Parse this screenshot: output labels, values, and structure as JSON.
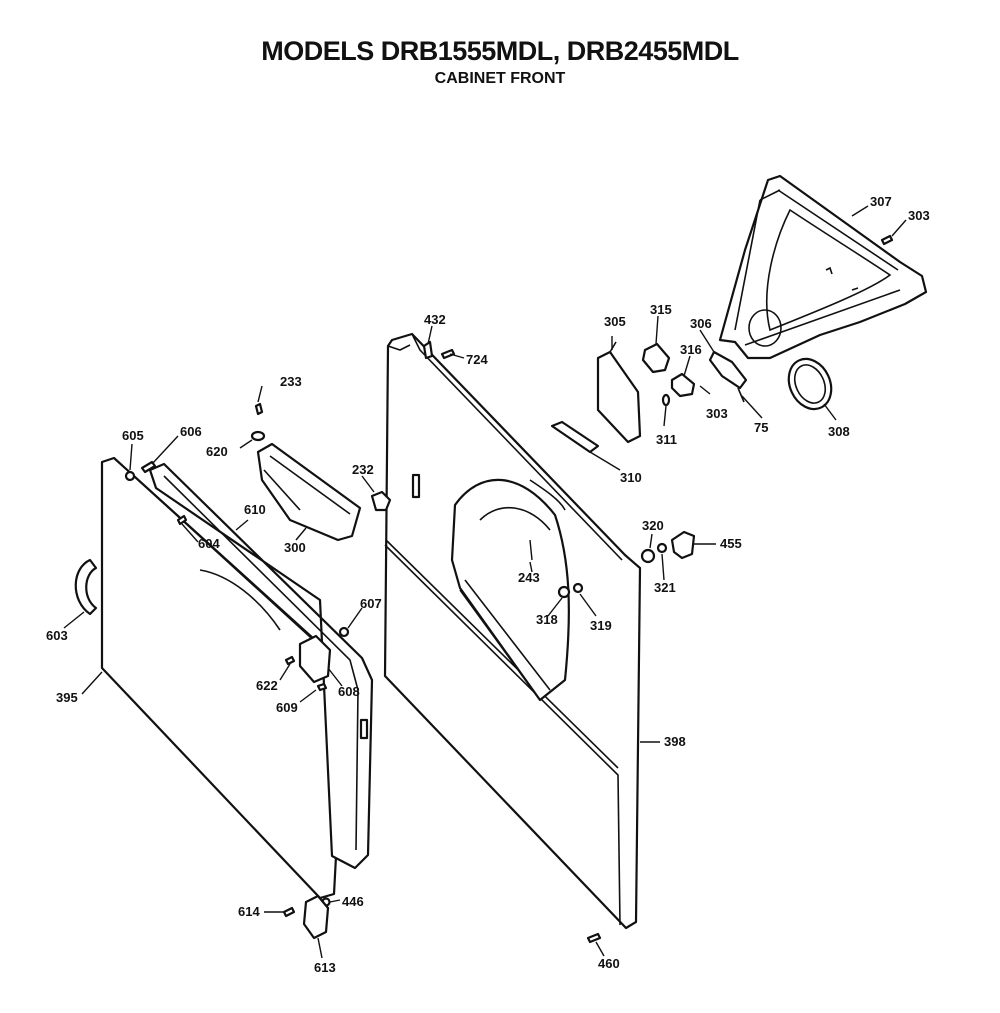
{
  "header": {
    "title": "MODELS DRB1555MDL, DRB2455MDL",
    "subtitle": "CABINET FRONT"
  },
  "callouts": [
    {
      "id": "c307",
      "text": "307"
    },
    {
      "id": "c303a",
      "text": "303"
    },
    {
      "id": "c432",
      "text": "432"
    },
    {
      "id": "c724",
      "text": "724"
    },
    {
      "id": "c305",
      "text": "305"
    },
    {
      "id": "c315",
      "text": "315"
    },
    {
      "id": "c306",
      "text": "306"
    },
    {
      "id": "c316",
      "text": "316"
    },
    {
      "id": "c303b",
      "text": "303"
    },
    {
      "id": "c75",
      "text": "75"
    },
    {
      "id": "c308",
      "text": "308"
    },
    {
      "id": "c311",
      "text": "311"
    },
    {
      "id": "c310",
      "text": "310"
    },
    {
      "id": "c233",
      "text": "233"
    },
    {
      "id": "c620",
      "text": "620"
    },
    {
      "id": "c605",
      "text": "605"
    },
    {
      "id": "c606",
      "text": "606"
    },
    {
      "id": "c232",
      "text": "232"
    },
    {
      "id": "c610",
      "text": "610"
    },
    {
      "id": "c604",
      "text": "604"
    },
    {
      "id": "c300",
      "text": "300"
    },
    {
      "id": "c320",
      "text": "320"
    },
    {
      "id": "c455",
      "text": "455"
    },
    {
      "id": "c321",
      "text": "321"
    },
    {
      "id": "c243",
      "text": "243"
    },
    {
      "id": "c318",
      "text": "318"
    },
    {
      "id": "c319",
      "text": "319"
    },
    {
      "id": "c603",
      "text": "603"
    },
    {
      "id": "c607",
      "text": "607"
    },
    {
      "id": "c622",
      "text": "622"
    },
    {
      "id": "c608",
      "text": "608"
    },
    {
      "id": "c609",
      "text": "609"
    },
    {
      "id": "c395",
      "text": "395"
    },
    {
      "id": "c398",
      "text": "398"
    },
    {
      "id": "c614",
      "text": "614"
    },
    {
      "id": "c446",
      "text": "446"
    },
    {
      "id": "c613",
      "text": "613"
    },
    {
      "id": "c460",
      "text": "460"
    }
  ]
}
